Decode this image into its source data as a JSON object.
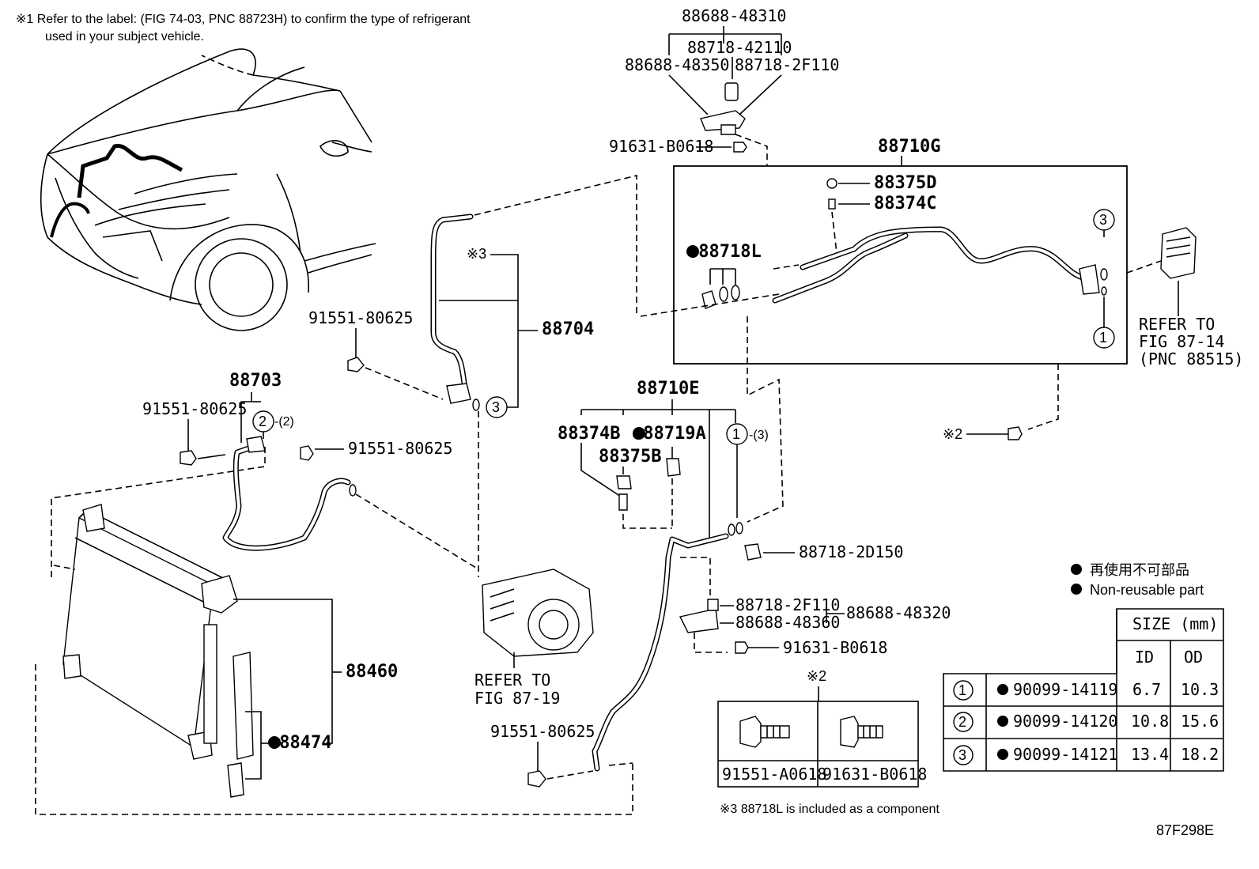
{
  "notes": {
    "note1_line1": "※1 Refer to the label: (FIG 74-03, PNC 88723H) to confirm the type of refrigerant",
    "note1_line2": "used in your subject vehicle.",
    "note3": "※3 88718L is included as a component",
    "figure_code": "87F298E"
  },
  "legend": {
    "jp": "再使用不可部品",
    "en": "Non-reusable part"
  },
  "callouts": {
    "c88688_48310": "88688-48310",
    "c88718_42110": "88718-42110",
    "c88688_48350": "88688-48350",
    "c88718_2F110_top": "88718-2F110",
    "c91631_B0618_top": "91631-B0618",
    "c88710G": "88710G",
    "c88375D": "88375D",
    "c88374C": "88374C",
    "c88718L": "●88718L",
    "refer_87_14_l1": "REFER TO",
    "refer_87_14_l2": "FIG 87-14",
    "refer_87_14_l3": "(PNC 88515)",
    "mark2_right": "※2",
    "mark3": "※3",
    "c88704": "88704",
    "c91551_80625_a": "91551-80625",
    "c88703": "88703",
    "c91551_80625_b": "91551-80625",
    "c91551_80625_c": "91551-80625",
    "c88710E": "88710E",
    "c88374B": "88374B",
    "c88719A": "●88719A",
    "c88375B": "88375B",
    "ring1_note": "-(3)",
    "ring2_note": "-(2)",
    "c88718_2D150": "88718-2D150",
    "c88718_2F110_mid": "88718-2F110",
    "c88688_48360": "88688-48360",
    "c88688_48320": "88688-48320",
    "c91631_B0618_mid": "91631-B0618",
    "c88460": "88460",
    "c88474": "●88474",
    "refer_87_19_l1": "REFER TO",
    "refer_87_19_l2": "FIG 87-19",
    "c91551_80625_d": "91551-80625",
    "mark2_box": "※2"
  },
  "ring_labels": [
    "1",
    "2",
    "3"
  ],
  "bolt_table": {
    "col1": "91551-A0618",
    "col2": "91631-B0618"
  },
  "size_table": {
    "title": "SIZE (mm)",
    "col_id": "ID",
    "col_od": "OD",
    "rows": [
      {
        "ring": "1",
        "part": "90099-14119",
        "id": "6.7",
        "od": "10.3"
      },
      {
        "ring": "2",
        "part": "90099-14120",
        "id": "10.8",
        "od": "15.6"
      },
      {
        "ring": "3",
        "part": "90099-14121",
        "id": "13.4",
        "od": "18.2"
      }
    ]
  }
}
